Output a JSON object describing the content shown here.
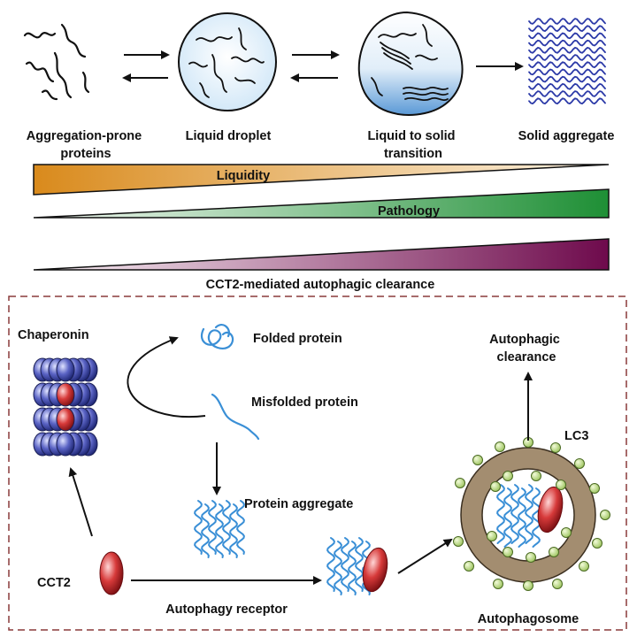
{
  "top": {
    "stage_labels": [
      [
        "Aggregation-prone",
        "proteins"
      ],
      [
        "Liquid droplet"
      ],
      [
        "Liquid to solid",
        "transition"
      ],
      [
        "Solid aggregate"
      ]
    ],
    "gradients": [
      {
        "label": "Liquidity",
        "direction": "decreasing",
        "color": "#e0952c"
      },
      {
        "label": "Pathology",
        "direction": "increasing",
        "color": "#2e9a3e"
      },
      {
        "label": "CCT2-mediated autophagic clearance",
        "direction": "increasing",
        "color": "#7a0e55"
      }
    ]
  },
  "bottom": {
    "labels": {
      "chaperonin": "Chaperonin",
      "folded": "Folded protein",
      "misfolded": "Misfolded protein",
      "aggregate": "Protein aggregate",
      "cct2": "CCT2",
      "receptor": "Autophagy receptor",
      "clearance": [
        "Autophagic",
        "clearance"
      ],
      "lc3": "LC3",
      "autophagosome": "Autophagosome"
    }
  },
  "colors": {
    "chaperonin_blue": "#2c3a8f",
    "cct2_red": "#c8202c",
    "protein_blue": "#3a8fd6",
    "membrane_brown": "#a38d70",
    "lc3_green": "#b3d57a",
    "dashed_border": "#8a3a3a"
  }
}
